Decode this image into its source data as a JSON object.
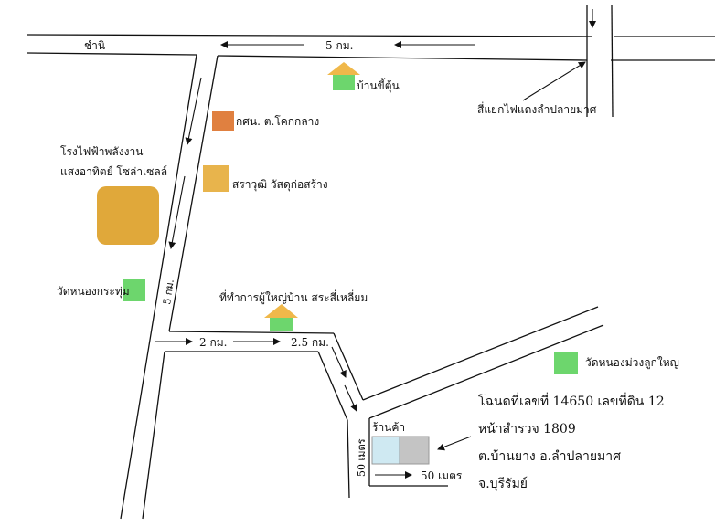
{
  "roads": {
    "top_road_name": "ชำนิ",
    "top_distance": "5 กม.",
    "left_road_distance": "5 กม.",
    "middle_distance_1": "2 กม.",
    "middle_distance_2": "2.5 กม.",
    "plot_width": "50 เมตร",
    "plot_depth": "50 เมตร"
  },
  "landmarks": {
    "ban_khi_tun": "บ้านขี้ตุ้น",
    "intersection": "สี่แยกไฟแดงลำปลายมาศ",
    "kor_sor_nor": "กศน. ต.โคกกลาง",
    "construction_store": "สราวุฒิ วัสดุก่อสร้าง",
    "power_plant_line1": "โรงไฟฟ้าพลังงาน",
    "power_plant_line2": "แสงอาทิตย์ โซล่าเซลล์",
    "wat_nong_kratum": "วัดหนองกระทุ่ม",
    "village_head_office": "ที่ทำการผู้ใหญ่บ้าน สระสี่เหลี่ยม",
    "wat_nong_muang": "วัดหนองม่วงลูกใหญ่",
    "shop": "ร้านค้า"
  },
  "deed": {
    "line1": "โฉนดที่เลขที่ 14650 เลขที่ดิน 12",
    "line2": "หน้าสำรวจ 1809",
    "line3": "ต.บ้านยาง   อ.ลำปลายมาศ",
    "line4": "จ.บุรีรัมย์"
  },
  "colors": {
    "house_roof": "#f0b84a",
    "house_body": "#6dd66d",
    "kor_sor_nor": "#e08040",
    "construction": "#e8b44c",
    "power_plant": "#e0a83a",
    "green_marker": "#6dd66d",
    "shop_box": "#cfe9f2",
    "plot_box": "#c4c4c4"
  }
}
